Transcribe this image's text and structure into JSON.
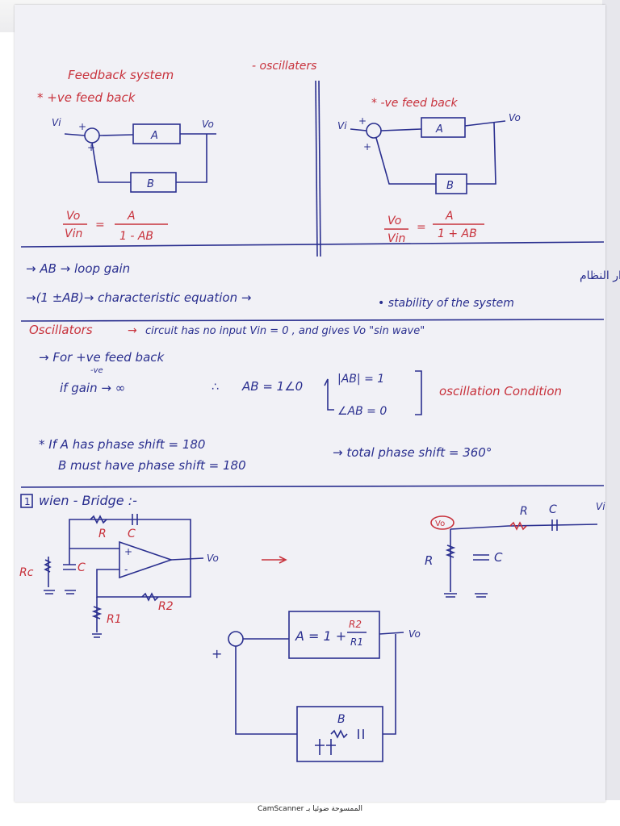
{
  "header": {
    "title": "- oscillaters"
  },
  "left_panel": {
    "title": "Feedback system",
    "subtitle": "* +ve feed back",
    "vi_label": "Vi",
    "vo_label": "Vo",
    "plus1": "+",
    "plus2": "+",
    "block_a": "A",
    "block_b": "B",
    "eq_num_left": "Vo",
    "eq_den_left": "Vin",
    "eq_equals": "=",
    "eq_num_right": "A",
    "eq_den_right": "1 - AB"
  },
  "right_panel": {
    "subtitle": "* -ve feed back",
    "vi_label": "Vi",
    "vo_label": "Vo",
    "plus1": "+",
    "plus2": "+",
    "block_a": "A",
    "block_b": "B",
    "eq_num_left": "Vo",
    "eq_den_left": "Vin",
    "eq_equals": "=",
    "eq_num_right": "A",
    "eq_den_right": "1 + AB"
  },
  "definitions": {
    "line1": "→ AB → loop gain",
    "line2": "→(1 ±AB)→ characteristic equation →",
    "arabic": "← طريق تحديد استقرار النظام",
    "stability": "• stability of the system"
  },
  "oscillators": {
    "label": "Oscillators",
    "arrow": "→",
    "desc": "circuit has no input   Vin = 0 , and gives Vo \"sin wave\"",
    "for_line": "→ For +ve feed back",
    "ve_note": "-ve",
    "if_gain": "if  gain → ∞",
    "therefore": "∴",
    "ab_eq": "AB = 1∠0",
    "mag_cond": "|AB| = 1",
    "ang_cond": "∠AB = 0",
    "cond_label": "oscillation Condition",
    "phase_line1": "* If  A  has phase shift = 180",
    "phase_line2": "B must have phase shift = 180",
    "total": "→ total phase shift = 360°"
  },
  "wien": {
    "number": "1",
    "title": "wien - Bridge :-",
    "r_top": "R",
    "c_top": "C",
    "rc_label": "Rc",
    "c_left": "C",
    "opamp_plus": "+",
    "opamp_minus": "-",
    "vo_label": "Vo",
    "r2_label": "R2",
    "r1_label": "R1",
    "right_vo_circled": "Vo",
    "right_r_top": "R",
    "right_c_top": "C",
    "right_vi": "Vi",
    "right_r_left": "R",
    "right_c_right": "C",
    "gain_expr_prefix": "A = 1 +",
    "gain_num": "R2",
    "gain_den": "R1",
    "bottom_vo": "Vo",
    "bottom_plus": "+",
    "block_b": "B"
  },
  "footer": {
    "text": "CamScanner الممسوحة ضوئيا بـ"
  },
  "colors": {
    "ink_blue": "#2a2f8f",
    "ink_red": "#c8323c",
    "paper": "#f1f1f6"
  }
}
